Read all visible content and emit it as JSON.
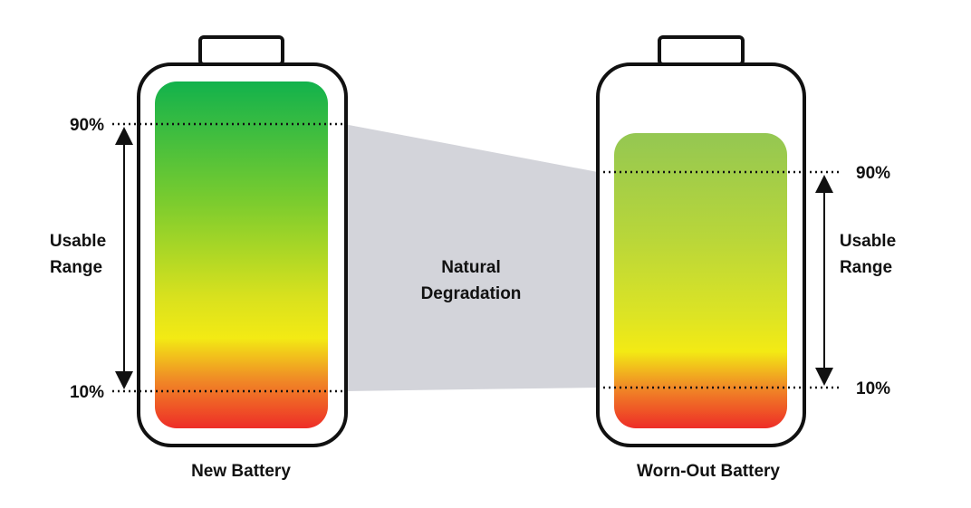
{
  "degradation": {
    "label_line1": "Natural",
    "label_line2": "Degradation"
  },
  "new_battery": {
    "caption": "New Battery",
    "upper_label": "90%",
    "lower_label": "10%",
    "range_label_line1": "Usable",
    "range_label_line2": "Range",
    "gradient": [
      "#12b24c",
      "#7ccc2e",
      "#d8e11e",
      "#f3ea14",
      "#f08a26",
      "#ee2d27"
    ]
  },
  "worn_battery": {
    "caption": "Worn-Out Battery",
    "upper_label": "90%",
    "lower_label": "10%",
    "range_label_line1": "Usable",
    "range_label_line2": "Range",
    "gradient": [
      "#94c752",
      "#b8d63a",
      "#dde424",
      "#f3ea14",
      "#f08a26",
      "#ee2d27"
    ]
  },
  "colors": {
    "outline": "#111111",
    "band": "#d3d4da",
    "text": "#111111"
  }
}
